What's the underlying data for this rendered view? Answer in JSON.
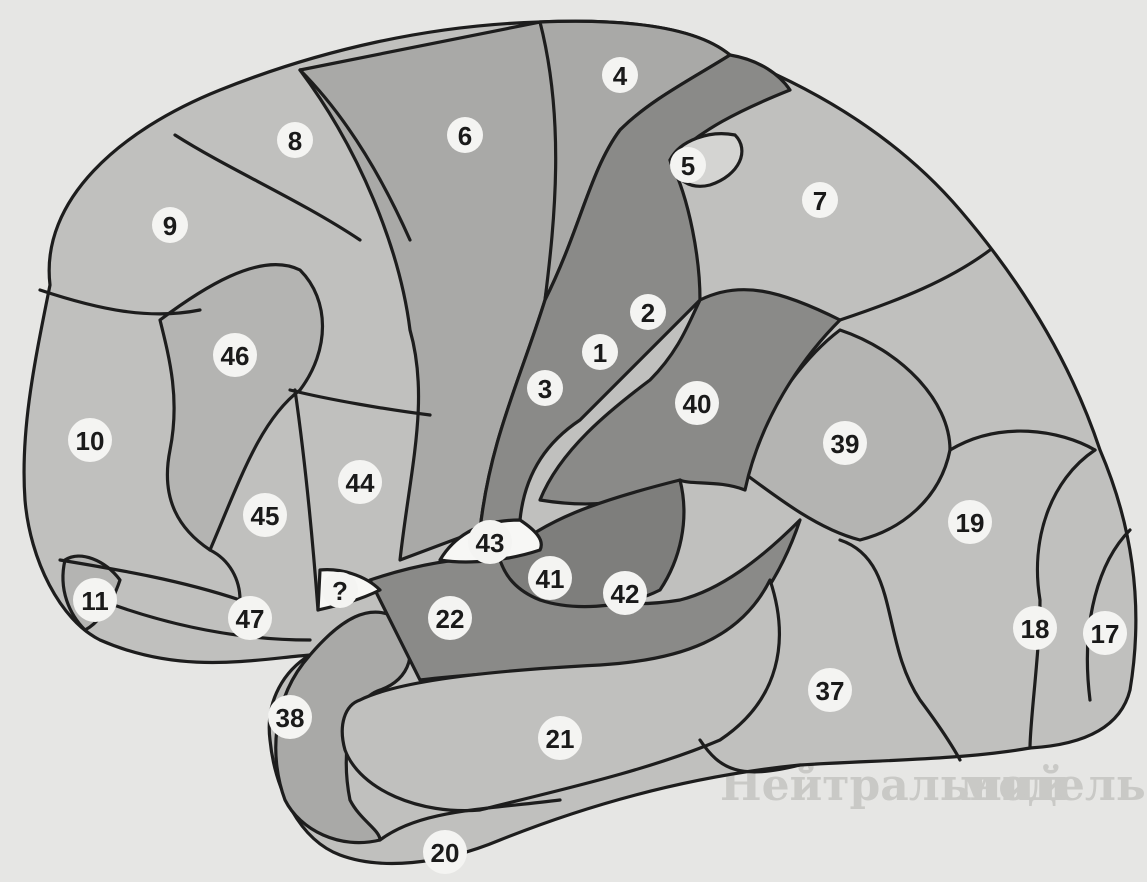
{
  "background_text": [
    "Нейтральний",
    "модель"
  ],
  "colors": {
    "background": "#e6e6e4",
    "light_region": "#c0c0be",
    "medium_region": "#a9a9a7",
    "dark_region": "#8a8a88",
    "white_region": "#f7f7f5",
    "outline": "#1d1d1d"
  },
  "areas": [
    {
      "id": "a4",
      "text": "4"
    },
    {
      "id": "a8",
      "text": "8"
    },
    {
      "id": "a6",
      "text": "6"
    },
    {
      "id": "a5",
      "text": "5"
    },
    {
      "id": "a7",
      "text": "7"
    },
    {
      "id": "a9",
      "text": "9"
    },
    {
      "id": "a2",
      "text": "2"
    },
    {
      "id": "a1",
      "text": "1"
    },
    {
      "id": "a3",
      "text": "3"
    },
    {
      "id": "a46",
      "text": "46"
    },
    {
      "id": "a40",
      "text": "40"
    },
    {
      "id": "a10",
      "text": "10"
    },
    {
      "id": "a39",
      "text": "39"
    },
    {
      "id": "a44",
      "text": "44"
    },
    {
      "id": "a45",
      "text": "45"
    },
    {
      "id": "a19",
      "text": "19"
    },
    {
      "id": "a43",
      "text": "43"
    },
    {
      "id": "a41",
      "text": "41"
    },
    {
      "id": "aq",
      "text": "?"
    },
    {
      "id": "a42",
      "text": "42"
    },
    {
      "id": "a11",
      "text": "11"
    },
    {
      "id": "a47",
      "text": "47"
    },
    {
      "id": "a22",
      "text": "22"
    },
    {
      "id": "a18",
      "text": "18"
    },
    {
      "id": "a17",
      "text": "17"
    },
    {
      "id": "a37",
      "text": "37"
    },
    {
      "id": "a38",
      "text": "38"
    },
    {
      "id": "a21",
      "text": "21"
    },
    {
      "id": "a20",
      "text": "20"
    }
  ]
}
